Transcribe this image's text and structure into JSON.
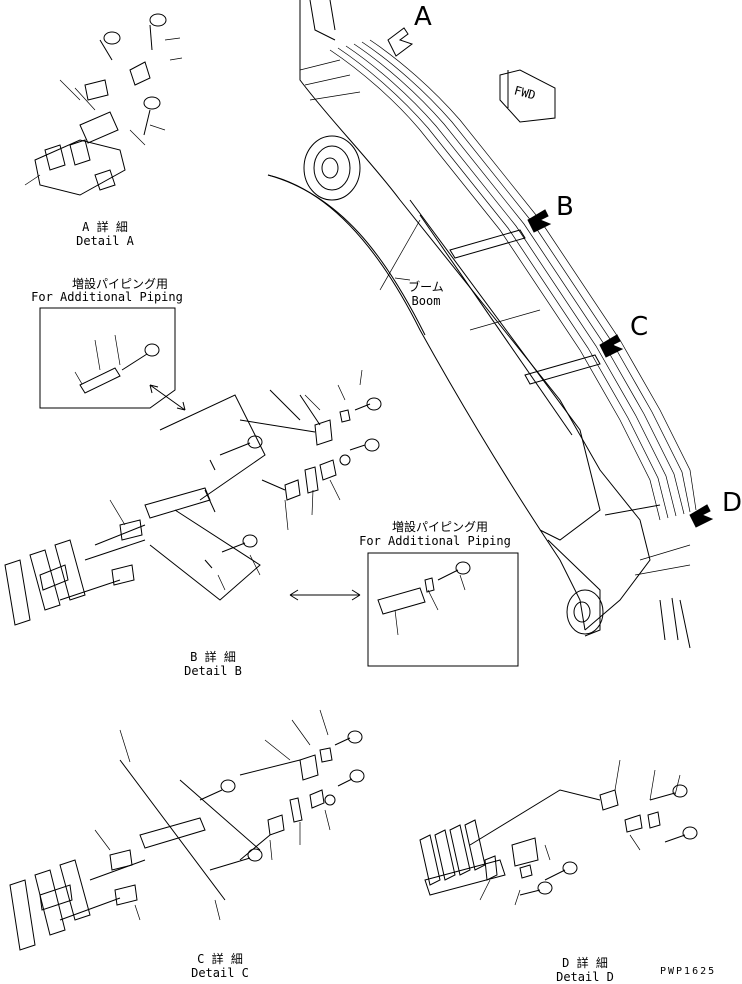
{
  "callouts": {
    "a": "A",
    "b": "B",
    "c": "C",
    "d": "D"
  },
  "fwd_label": "FWD",
  "boom_label": {
    "jp": "ブーム",
    "en": "Boom"
  },
  "detail_a": {
    "jp": "A 詳 細",
    "en": "Detail A"
  },
  "detail_b": {
    "jp": "B 詳 細",
    "en": "Detail B"
  },
  "detail_c": {
    "jp": "C 詳 細",
    "en": "Detail C"
  },
  "detail_d": {
    "jp": "D 詳 細",
    "en": "Detail D"
  },
  "additional_piping_1": {
    "jp": "増設パイピング用",
    "en": "For Additional Piping"
  },
  "additional_piping_2": {
    "jp": "増設パイピング用",
    "en": "For Additional Piping"
  },
  "part_code": "PWP1625"
}
